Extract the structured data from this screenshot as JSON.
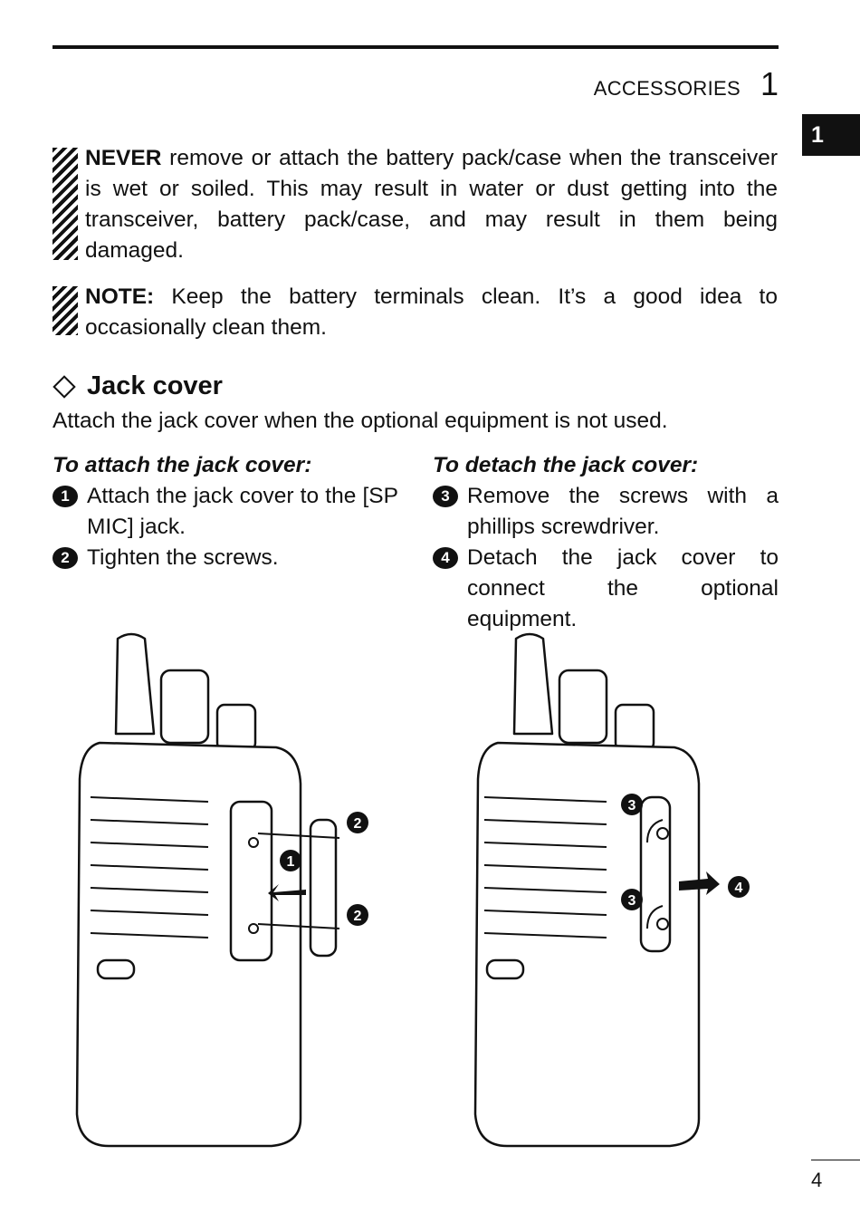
{
  "header": {
    "section": "ACCESSORIES",
    "chapter": "1"
  },
  "tab": {
    "label": "1"
  },
  "warning": {
    "lead": "NEVER",
    "text": " remove or attach the battery pack/case when the transceiver is wet or soiled. This may result in water or dust getting into the transceiver, battery pack/case, and may result in them being damaged."
  },
  "note": {
    "lead": "NOTE:",
    "text": " Keep the battery terminals clean. It’s a good idea to occasionally clean them."
  },
  "jack_cover": {
    "title": "Jack cover",
    "intro": "Attach the jack cover when the optional equipment is not used.",
    "attach": {
      "heading": "To attach the jack cover:",
      "steps": [
        {
          "num": "1",
          "text": "Attach the jack cover to the [SP MIC] jack."
        },
        {
          "num": "2",
          "text": "Tighten the screws."
        }
      ]
    },
    "detach": {
      "heading": "To detach the jack cover:",
      "steps": [
        {
          "num": "3",
          "text": "Remove the screws with a phillips screwdriver."
        },
        {
          "num": "4",
          "text": "Detach the jack cover to connect the optional equipment."
        }
      ]
    }
  },
  "figure_left": {
    "callouts": [
      "2",
      "1",
      "2"
    ]
  },
  "figure_right": {
    "callouts": [
      "3",
      "3",
      "4"
    ]
  },
  "footer": {
    "page": "4"
  }
}
